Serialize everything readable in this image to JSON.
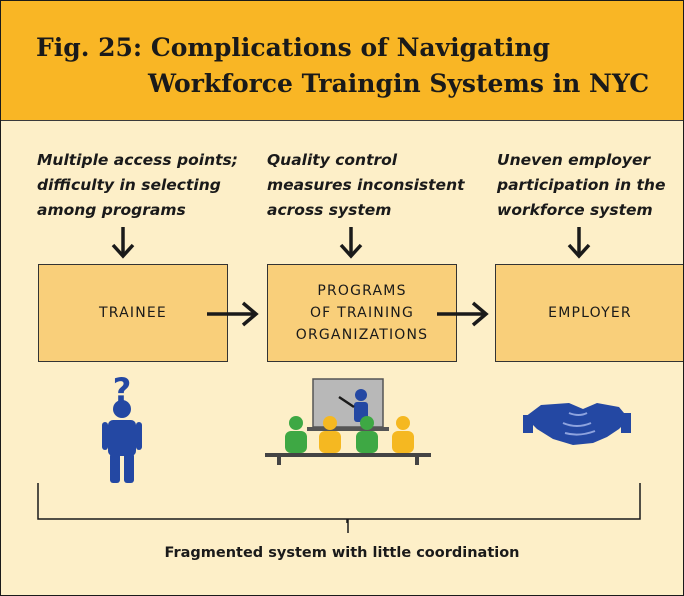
{
  "figure": {
    "title_line_1": "Fig. 25: Complications of Navigating",
    "title_line_2": "Workforce Traingin Systems in NYC"
  },
  "callouts": [
    {
      "lines": [
        "Multiple access points;",
        "difficulty in selecting",
        "among programs"
      ]
    },
    {
      "lines": [
        "Quality control",
        "measures inconsistent",
        "across system"
      ]
    },
    {
      "lines": [
        "Uneven employer",
        "participation in the",
        "workforce system"
      ]
    }
  ],
  "boxes": [
    {
      "lines": [
        "TRAINEE"
      ]
    },
    {
      "lines": [
        "PROGRAMS",
        "OF TRAINING",
        "ORGANIZATIONS"
      ]
    },
    {
      "lines": [
        "EMPLOYER"
      ]
    }
  ],
  "icons": {
    "trainee": "person-question-icon",
    "programs": "classroom-icon",
    "employer": "handshake-icon"
  },
  "colors": {
    "header": "#f9b625",
    "background": "#fdefc8",
    "box_fill": "#f9cf7a",
    "person_blue": "#2448a3",
    "green": "#3ea844",
    "yellow": "#f5b821"
  },
  "bottom_label": "Fragmented system with little coordination"
}
